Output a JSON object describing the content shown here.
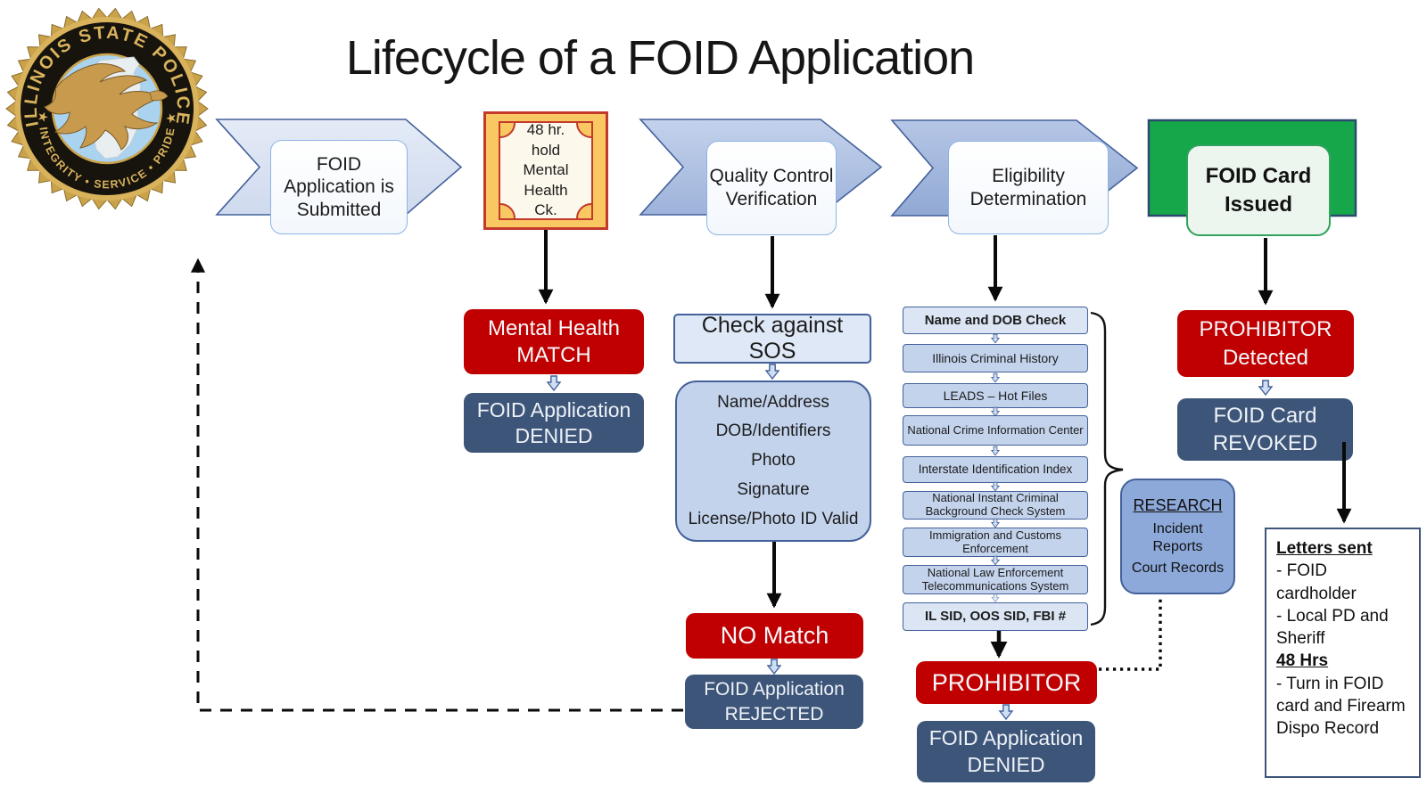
{
  "title": "Lifecycle of a FOID Application",
  "seal": {
    "top_text": "ILLINOIS STATE POLICE",
    "bottom_text": "★ INTEGRITY • SERVICE • PRIDE ★"
  },
  "pipeline": {
    "step1": "FOID Application is Submitted",
    "hold_box_lines": [
      "48 hr.",
      "hold",
      "Mental",
      "Health",
      "Ck."
    ],
    "step2": "Quality Control Verification",
    "step3": "Eligibility Determination",
    "step4": "FOID Card Issued"
  },
  "mental_column": {
    "match": "Mental Health MATCH",
    "denied": "FOID Application DENIED"
  },
  "qc_column": {
    "check_sos": "Check against SOS",
    "details": [
      "Name/Address",
      "DOB/Identifiers",
      "Photo",
      "Signature",
      "License/Photo ID Valid"
    ],
    "no_match": "NO Match",
    "rejected": "FOID Application REJECTED"
  },
  "eligibility_column": {
    "checks": [
      "Name and DOB Check",
      "Illinois Criminal History",
      "LEADS – Hot Files",
      "National Crime Information Center",
      "Interstate Identification Index",
      "National Instant Criminal Background Check System",
      "Immigration and Customs Enforcement",
      "National Law Enforcement Telecommunications System",
      "IL SID, OOS SID, FBI #"
    ],
    "prohibitor": "PROHIBITOR",
    "denied": "FOID Application DENIED"
  },
  "research_box": {
    "title": "RESEARCH",
    "items": [
      "Incident Reports",
      "Court Records"
    ]
  },
  "issued_column": {
    "prohibitor_detected": "PROHIBITOR Detected",
    "revoked": "FOID Card REVOKED"
  },
  "letters_box": {
    "heading1": "Letters sent",
    "item1": "- FOID cardholder",
    "item2": "- Local PD and Sheriff",
    "heading2": "48 Hrs",
    "item3": "- Turn in FOID card and Firearm Dispo Record"
  },
  "colors": {
    "alert_red": "#c00000",
    "slate_blue": "#3d5578",
    "issued_green": "#17a74b",
    "hold_gold": "#f9c863",
    "hold_border_red": "#c3392b",
    "chevron_light": "#dbe4f2",
    "chevron_mid": "#b0c2e3",
    "chevron_dark": "#a2b7dd",
    "list_blue": "#c3d3ec",
    "list_blue_light": "#dbe5f4",
    "research_blue": "#8da9d9",
    "outline_blue": "#44619b"
  }
}
